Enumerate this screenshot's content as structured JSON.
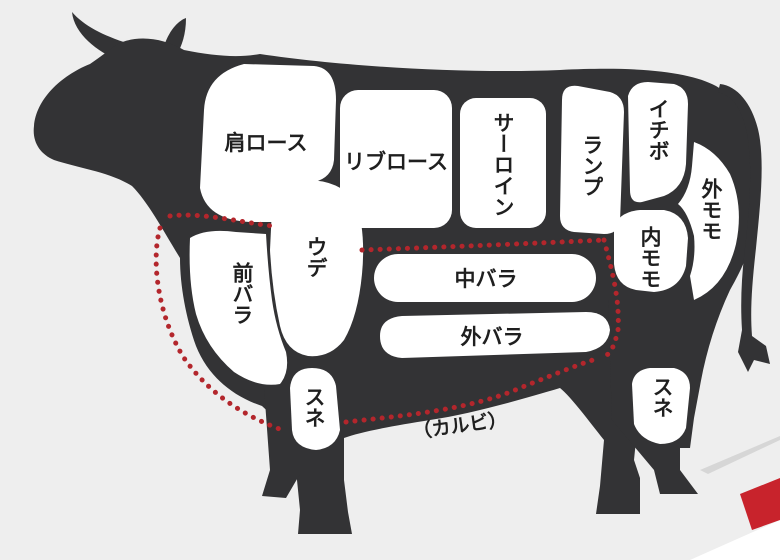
{
  "cuts": {
    "kata_rosu": "肩ロース",
    "ribu_rosu": "リブロース",
    "sirloin": "サーロイン",
    "rump": "ランプ",
    "ichibo": "イチボ",
    "soto_momo": "外モモ",
    "uchi_momo": "内モモ",
    "ude": "ウデ",
    "mae_bara": "前バラ",
    "naka_bara": "中バラ",
    "soto_bara": "外バラ",
    "sune_front": "スネ",
    "sune_rear": "スネ",
    "karubi": "（カルビ）"
  },
  "colors": {
    "background": "#eeeeee",
    "silhouette": "#333335",
    "cut_fill": "#ffffff",
    "karubi_dots": "#b3262c",
    "corner_accent": "#c8232c"
  }
}
